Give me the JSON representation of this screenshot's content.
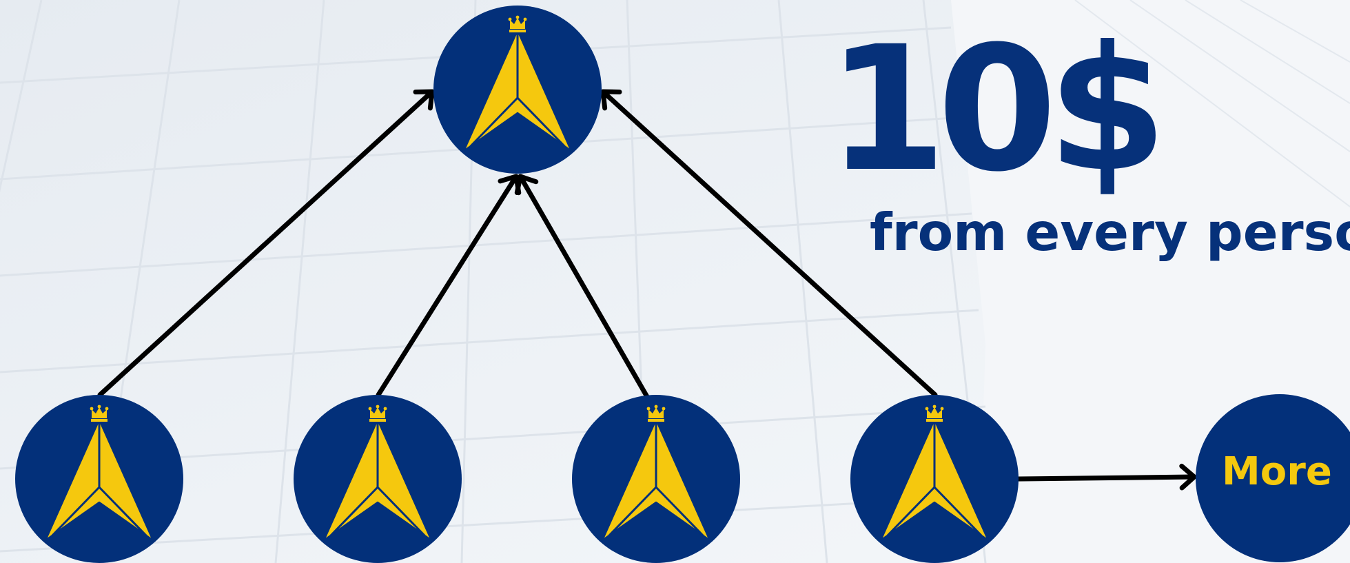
{
  "colors": {
    "navy": "#03307a",
    "yellow": "#f5c80e",
    "arrow": "#000000",
    "background": "#eef2f7"
  },
  "headline": {
    "price": "10$",
    "tagline": "from every person"
  },
  "more": {
    "label": "More"
  },
  "nodes": [
    {
      "id": "top",
      "icon": "crowned-arrow-logo-icon",
      "role": "top"
    },
    {
      "id": "bottom-1",
      "icon": "crowned-arrow-logo-icon",
      "role": "member"
    },
    {
      "id": "bottom-2",
      "icon": "crowned-arrow-logo-icon",
      "role": "member"
    },
    {
      "id": "bottom-3",
      "icon": "crowned-arrow-logo-icon",
      "role": "member"
    },
    {
      "id": "bottom-4",
      "icon": "crowned-arrow-logo-icon",
      "role": "member"
    }
  ],
  "edges": [
    {
      "from": "bottom-1",
      "to": "top"
    },
    {
      "from": "bottom-2",
      "to": "top"
    },
    {
      "from": "bottom-3",
      "to": "top"
    },
    {
      "from": "bottom-4",
      "to": "top"
    },
    {
      "from": "bottom-4",
      "to": "more"
    }
  ]
}
